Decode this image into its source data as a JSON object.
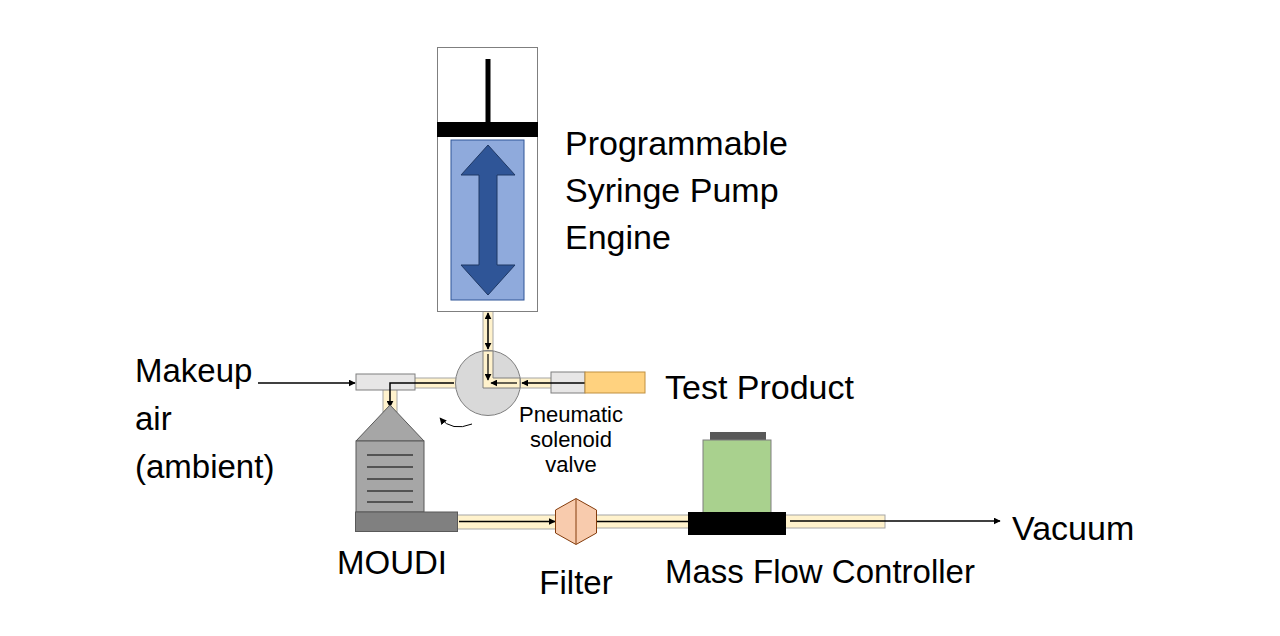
{
  "diagram": {
    "nodes": [
      {
        "text": [
          "Programmable Syringe Pump Engine"
        ]
      },
      {
        "text": [
          "Pneumatic solenoid valve"
        ]
      },
      {
        "text": [
          "Test Product"
        ]
      },
      {
        "text": [
          "MOUDI"
        ]
      },
      {
        "text": [
          "Filter"
        ]
      },
      {
        "text": [
          "Mass Flow Controller"
        ]
      }
    ],
    "edges": [
      {
        "from": 0,
        "to": 1,
        "arrow": "both"
      },
      {
        "from": 2,
        "to": 1,
        "arrow": "to"
      },
      {
        "from": 1,
        "to": 3,
        "arrow": "to"
      },
      {
        "from": 3,
        "to": 4,
        "arrow": "to"
      },
      {
        "from": 4,
        "to": 5,
        "arrow": "none"
      }
    ],
    "labels": [
      "Makeup air (ambient)",
      "Vacuum"
    ]
  }
}
